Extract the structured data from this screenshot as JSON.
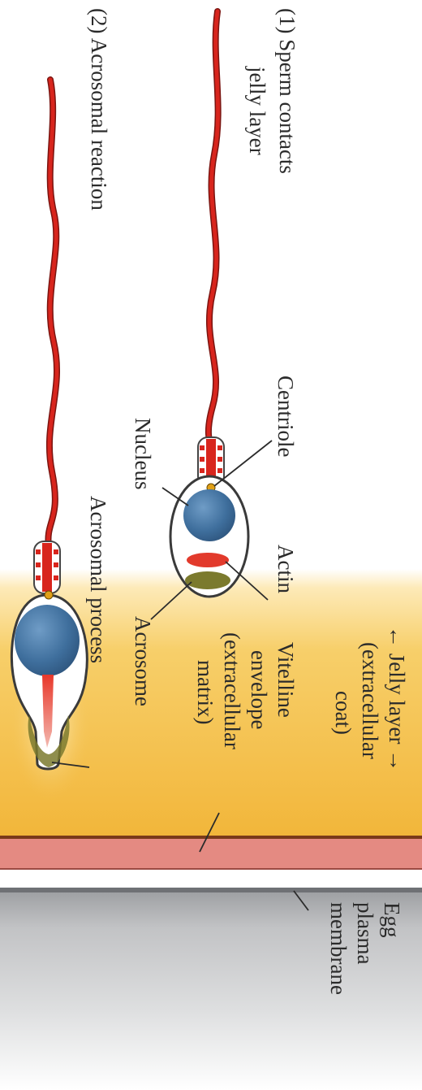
{
  "labels": {
    "step1_line1": "(1) Sperm contacts",
    "step1_line2": "jelly layer",
    "step2": "(2) Acrosomal reaction",
    "centriole": "Centriole",
    "nucleus": "Nucleus",
    "actin": "Actin",
    "acrosome": "Acrosome",
    "acrosomal_process": "Acrosomal process",
    "jelly_line1": "← Jelly layer →",
    "jelly_line2": "(extracellular",
    "jelly_line3": "coat)",
    "vitelline_line1": "Vitelline",
    "vitelline_line2": "envelope",
    "vitelline_line3": "(extracellular",
    "vitelline_line4": "matrix)",
    "egg_line1": "Egg",
    "egg_line2": "plasma",
    "egg_line3": "membrane"
  },
  "colors": {
    "jelly": "#f2b63a",
    "vitelline": "#e48a82",
    "egg": "#c9cacc",
    "tail": "#d8251d",
    "nucleus": "#3f6f9d",
    "actin": "#e23a2c",
    "acrosome": "#7b7a2e",
    "centriole": "#e0a018"
  }
}
